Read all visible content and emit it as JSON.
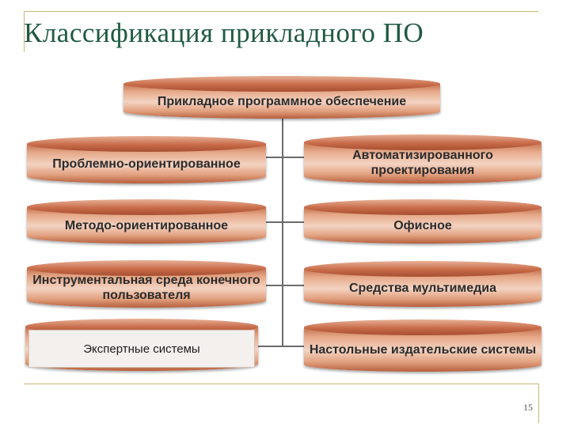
{
  "slide": {
    "title": "Классификация прикладного ПО",
    "page_number": "15"
  },
  "diagram": {
    "root": "Прикладное программное обеспечение",
    "left": [
      "Проблемно-ориентированное",
      "Методо-ориентированное",
      "Инструментальная среда конечного пользователя",
      "Экспертные системы"
    ],
    "right": [
      "Автоматизированного проектирования",
      "Офисное",
      "Средства мультимедиа",
      "Настольные издательские системы"
    ]
  }
}
